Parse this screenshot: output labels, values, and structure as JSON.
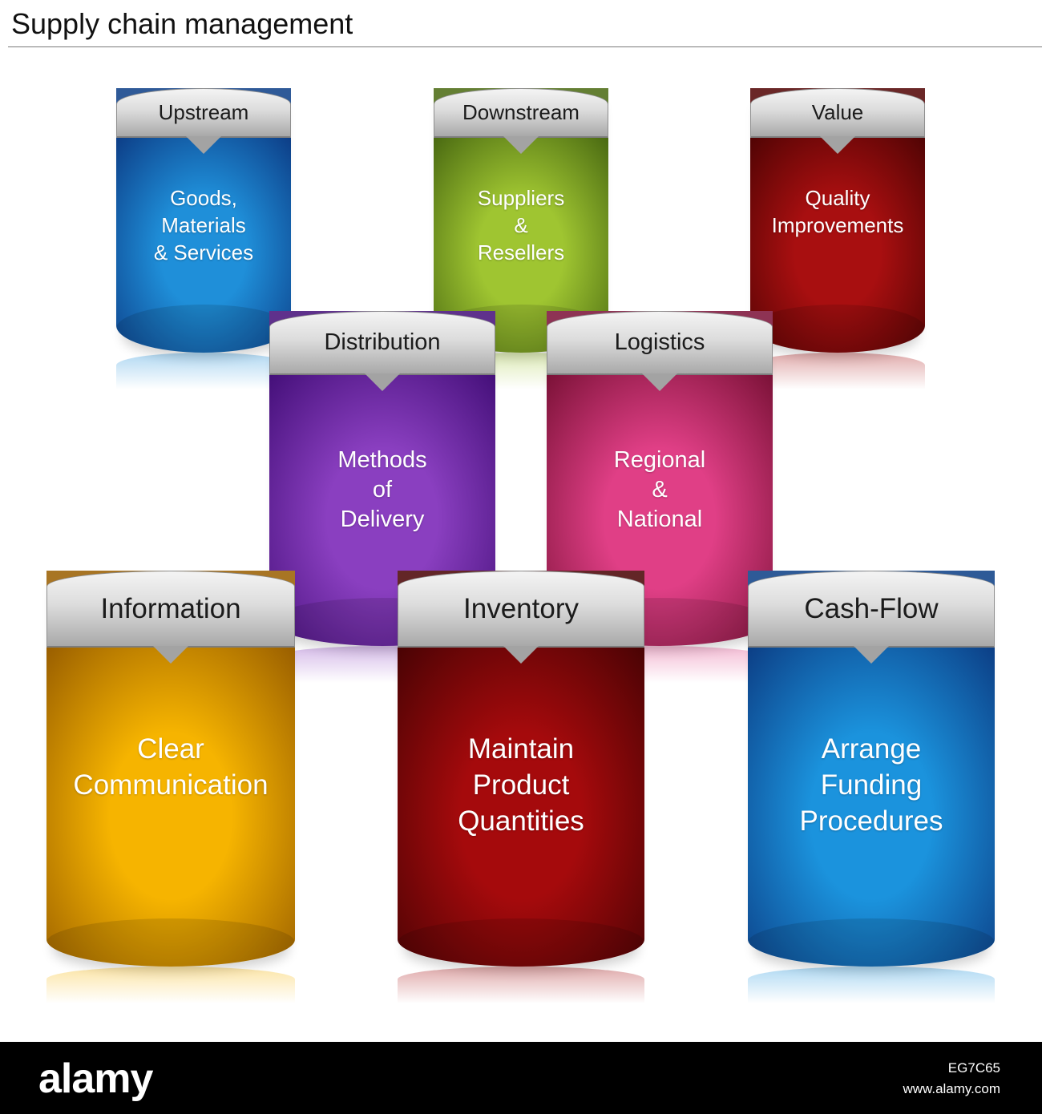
{
  "title": "Supply chain management",
  "blocks": [
    {
      "id": "upstream",
      "label": "Upstream",
      "text": "Goods,\nMaterials\n& Services",
      "color": "#1f8fd9",
      "color_dark": "#0d3f88"
    },
    {
      "id": "downstream",
      "label": "Downstream",
      "text": "Suppliers\n&\nResellers",
      "color": "#9fc531",
      "color_dark": "#4b6b12"
    },
    {
      "id": "value",
      "label": "Value",
      "text": "Quality\nImprovements",
      "color": "#a80f10",
      "color_dark": "#520404"
    },
    {
      "id": "distribution",
      "label": "Distribution",
      "text": "Methods\nof\nDelivery",
      "color": "#8a3fc0",
      "color_dark": "#45107a"
    },
    {
      "id": "logistics",
      "label": "Logistics",
      "text": "Regional\n&\nNational",
      "color": "#e03f86",
      "color_dark": "#7c1238"
    },
    {
      "id": "information",
      "label": "Information",
      "text": "Clear\nCommunication",
      "color": "#f6b400",
      "color_dark": "#9a5f00"
    },
    {
      "id": "inventory",
      "label": "Inventory",
      "text": "Maintain\nProduct\nQuantities",
      "color": "#a50a0c",
      "color_dark": "#4a0304"
    },
    {
      "id": "cash_flow",
      "label": "Cash-Flow",
      "text": "Arrange\nFunding\nProcedures",
      "color": "#1b93dd",
      "color_dark": "#0c3f86"
    }
  ],
  "footer": {
    "logo": "alamy",
    "image_id": "EG7C65",
    "site": "www.alamy.com"
  }
}
